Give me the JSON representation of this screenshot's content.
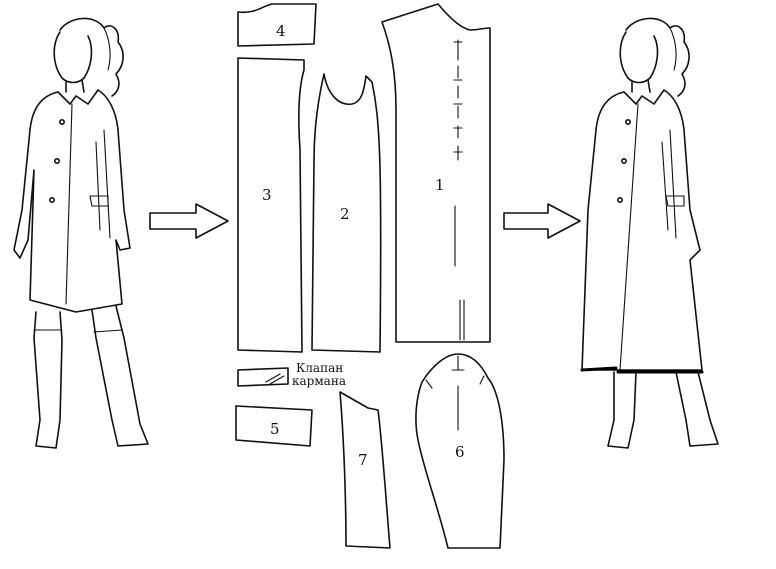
{
  "pieces": [
    {
      "id": "4",
      "label": "4"
    },
    {
      "id": "3",
      "label": "3"
    },
    {
      "id": "2",
      "label": "2"
    },
    {
      "id": "1",
      "label": "1"
    },
    {
      "id": "5",
      "label": "5"
    },
    {
      "id": "7",
      "label": "7"
    },
    {
      "id": "6",
      "label": "6"
    }
  ],
  "pocket_flap_label": {
    "line1": "Клапан",
    "line2": "кармана"
  }
}
